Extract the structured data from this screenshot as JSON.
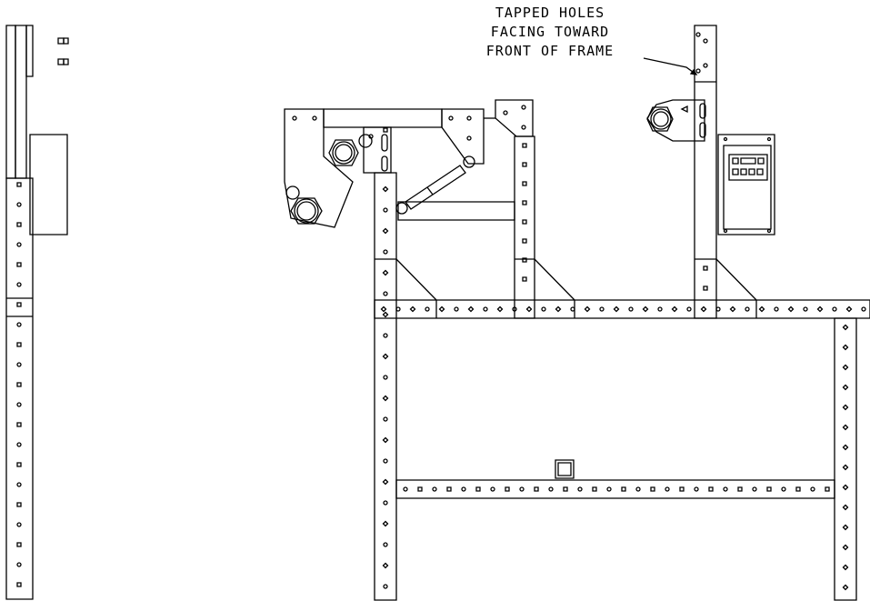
{
  "annotation": {
    "lines": [
      "TAPPED HOLES",
      "FACING TOWARD",
      "FRONT OF FRAME"
    ]
  },
  "colors": {
    "line": "#000000",
    "background": "#ffffff"
  },
  "parts": {
    "side_view": "side-elevation-view",
    "front_view": "front-elevation-view",
    "controller": "control-box-keypad-display",
    "cylinder": "pneumatic-cylinder-icon",
    "rollers": [
      "roller-large-left-icon",
      "roller-small-left-icon",
      "roller-upper-left-icon",
      "roller-right-icon"
    ]
  }
}
